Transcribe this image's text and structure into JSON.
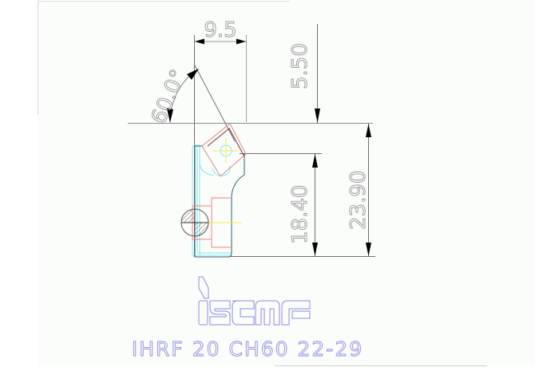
{
  "drawing": {
    "brand": "iscar",
    "part_code": "IHRF 20 CH60 22-29",
    "dimensions": {
      "width_top": "9.5",
      "angle": "60.0°",
      "height_upper": "5.50",
      "height_insert": "18.40",
      "height_total": "23.90"
    },
    "colors": {
      "background": "#fbfdfb",
      "dimension_line": "#6e6e6e",
      "dimension_text": "#8a8a8a",
      "insert": "#d98a8a",
      "insert_dark": "#7a3030",
      "holder_cyan": "#7fe8f0",
      "body_outline": "#2f5f68",
      "centerline": "#f0f040",
      "clamp": "#f08080",
      "brand_blue": "#8a8ae6"
    }
  }
}
